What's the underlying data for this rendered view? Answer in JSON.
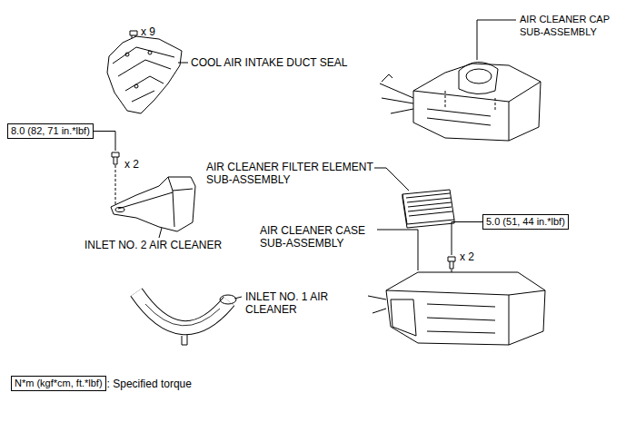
{
  "diagram": {
    "nodes": [
      {
        "text": [
          "8.0 (82, 71 in.*lbf)"
        ]
      },
      {
        "text": [
          "5.0 (51, 44 in.*lbf)"
        ]
      },
      {
        "text": [
          "N*m (kgf*cm, ft.*lbf)"
        ]
      }
    ],
    "labels": [
      "x 9",
      "COOL AIR INTAKE DUCT SEAL",
      "AIR CLEANER CAP SUB-ASSEMBLY",
      "x 2",
      "AIR CLEANER FILTER ELEMENT SUB-ASSEMBLY",
      "INLET NO. 2 AIR CLEANER",
      "AIR CLEANER CASE SUB-ASSEMBLY",
      "x 2",
      "INLET NO. 1 AIR CLEANER",
      ": Specified torque"
    ]
  }
}
